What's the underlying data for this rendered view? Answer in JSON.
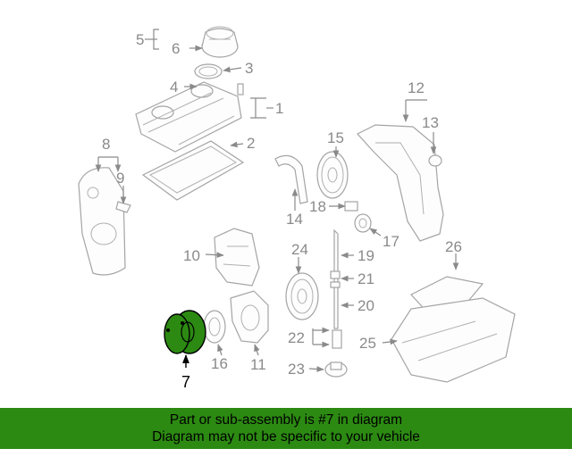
{
  "callouts": {
    "c1": "1",
    "c2": "2",
    "c3": "3",
    "c4": "4",
    "c5": "5",
    "c6": "6",
    "c7": "7",
    "c8": "8",
    "c9": "9",
    "c10": "10",
    "c11": "11",
    "c12": "12",
    "c13": "13",
    "c14": "14",
    "c15": "15",
    "c16": "16",
    "c17": "17",
    "c18": "18",
    "c19": "19",
    "c20": "20",
    "c21": "21",
    "c22": "22",
    "c23": "23",
    "c24": "24",
    "c25": "25",
    "c26": "26"
  },
  "highlight_color": "#2c8a12",
  "banner": {
    "line1": "Part or sub-assembly is #7 in diagram",
    "line2": "Diagram may not be specific to your vehicle"
  }
}
